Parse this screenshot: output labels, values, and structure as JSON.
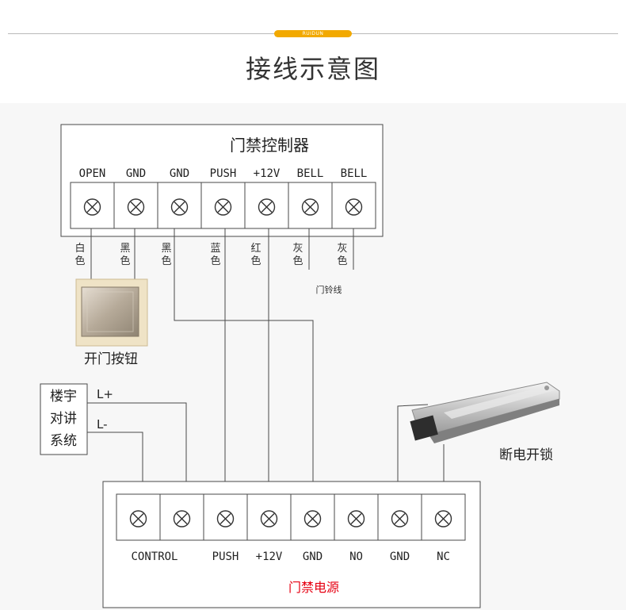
{
  "brand": "RUIDUN",
  "title": "接线示意图",
  "controller": {
    "name": "门禁控制器",
    "terminals": [
      "OPEN",
      "GND",
      "GND",
      "PUSH",
      "+12V",
      "BELL",
      "BELL"
    ]
  },
  "wire_colors": [
    "白色",
    "黑色",
    "黑色",
    "蓝色",
    "红色",
    "灰色",
    "灰色"
  ],
  "bell_wire": "门铃线",
  "exit_button": "开门按钮",
  "intercom": {
    "name_lines": [
      "楼宇",
      "对讲",
      "系统"
    ],
    "l_plus": "L+",
    "l_minus": "L-"
  },
  "maglock": "断电开锁",
  "power": {
    "name": "门禁电源",
    "terminals": [
      "CONTROL",
      "",
      "PUSH",
      "+12V",
      "GND",
      "NO",
      "GND",
      "NC"
    ]
  },
  "colors": {
    "line": "#4a4a4a",
    "power_label": "#e60012",
    "brand": "#f2a900"
  }
}
